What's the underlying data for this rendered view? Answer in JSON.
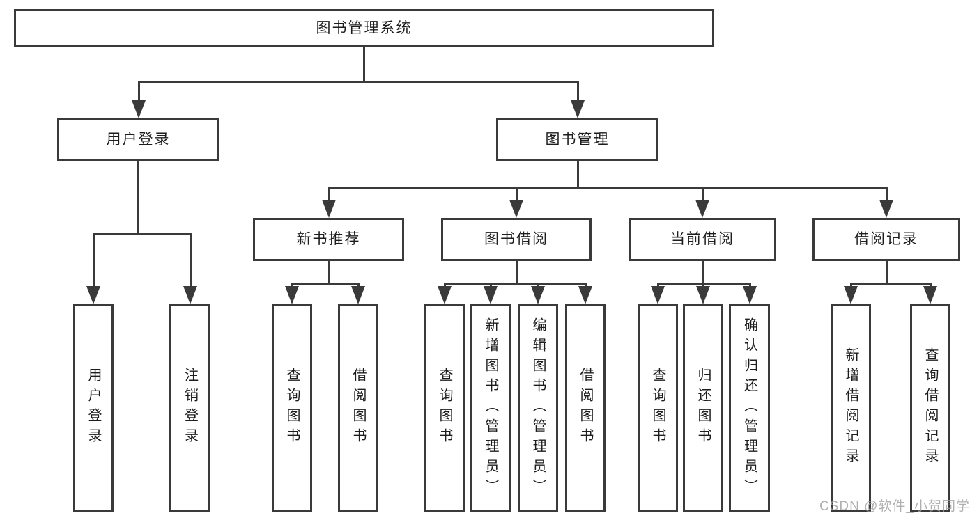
{
  "tree": {
    "root": "图书管理系统",
    "branches": [
      {
        "label": "用户登录",
        "children": [
          "用户登录",
          "注销登录"
        ]
      },
      {
        "label": "图书管理",
        "children": [
          {
            "label": "新书推荐",
            "children": [
              "查询图书",
              "借阅图书"
            ]
          },
          {
            "label": "图书借阅",
            "children": [
              "查询图书",
              "新增图书（管理员）",
              "编辑图书（管理员）",
              "借阅图书"
            ]
          },
          {
            "label": "当前借阅",
            "children": [
              "查询图书",
              "归还图书",
              "确认归还（管理员）"
            ]
          },
          {
            "label": "借阅记录",
            "children": [
              "新增借阅记录",
              "查询借阅记录"
            ]
          }
        ]
      }
    ]
  },
  "watermark": "CSDN @软件_小贺同学",
  "colors": {
    "line": "#3a3a3a",
    "background": "#ffffff",
    "text": "#1d1d1d",
    "watermark": "#9f9f9f"
  }
}
